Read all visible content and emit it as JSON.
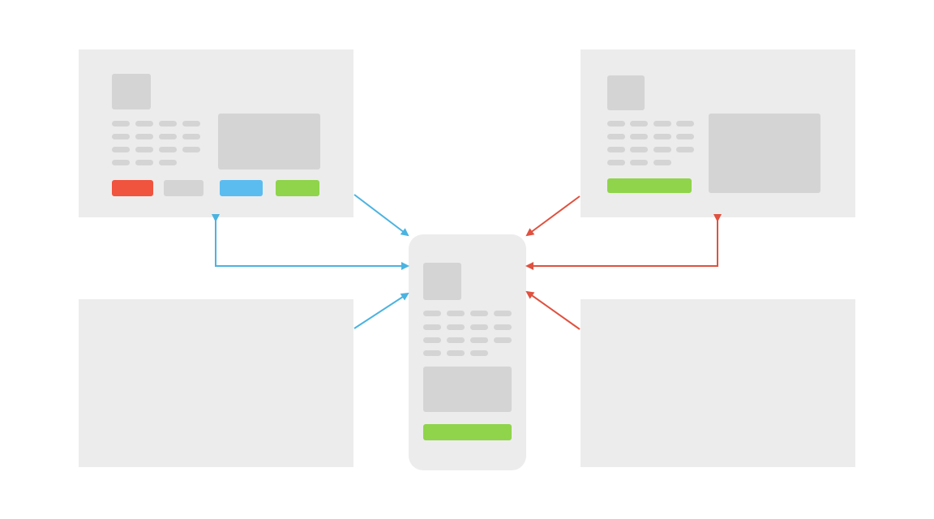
{
  "colors": {
    "panel": "#ececec",
    "placeholder": "#d4d4d4",
    "red": "#f0533e",
    "blue": "#5bbcf0",
    "green": "#8fd44a",
    "arrow_blue": "#4bb3e0",
    "arrow_red": "#e0513f"
  },
  "panels": [
    "top-left-screen",
    "top-right-screen",
    "bottom-left-screen",
    "bottom-right-screen",
    "mobile-screen"
  ]
}
